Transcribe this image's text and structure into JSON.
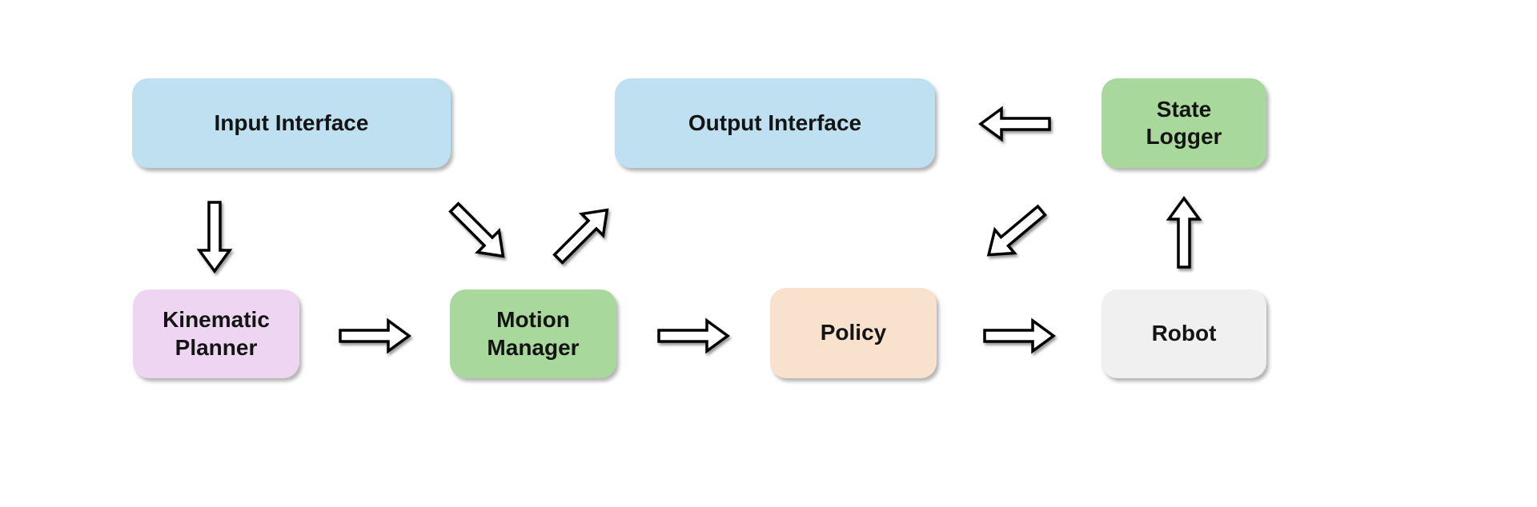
{
  "diagram": {
    "background_color": "#ffffff",
    "text_color": "#141414",
    "nodes": [
      {
        "id": "input-interface",
        "label": "Input Interface",
        "fill": "#bee0f0"
      },
      {
        "id": "output-interface",
        "label": "Output Interface",
        "fill": "#bee0f0"
      },
      {
        "id": "state-logger",
        "label": "State Logger",
        "fill": "#a8d89b"
      },
      {
        "id": "kinematic-planner",
        "label": "Kinematic Planner",
        "fill": "#eed5f2"
      },
      {
        "id": "motion-manager",
        "label": "Motion Manager",
        "fill": "#a8d89b"
      },
      {
        "id": "policy",
        "label": "Policy",
        "fill": "#f8e2ce"
      },
      {
        "id": "robot",
        "label": "Robot",
        "fill": "#f0f0f0"
      }
    ],
    "arrows": [
      {
        "name": "input-interface-to-kinematic-planner",
        "direction": "down"
      },
      {
        "name": "kinematic-planner-to-motion-manager",
        "direction": "right"
      },
      {
        "name": "input-interface-to-motion-manager",
        "direction": "down-right"
      },
      {
        "name": "motion-manager-to-output-interface",
        "direction": "up-right"
      },
      {
        "name": "motion-manager-to-policy",
        "direction": "right"
      },
      {
        "name": "policy-to-robot",
        "direction": "right"
      },
      {
        "name": "state-logger-to-output-interface",
        "direction": "left"
      },
      {
        "name": "robot-to-state-logger",
        "direction": "up"
      },
      {
        "name": "state-logger-to-policy",
        "direction": "down-left"
      }
    ],
    "arrow_style": {
      "fill": "#ffffff",
      "stroke": "#000000"
    }
  }
}
